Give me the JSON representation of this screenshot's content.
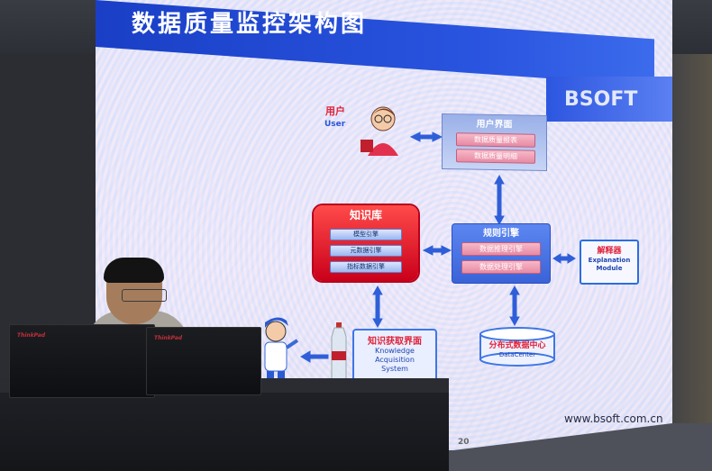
{
  "slide": {
    "title": "数据质量监控架构图",
    "brand_watermark": "BSOFT",
    "footer_url": "www.bsoft.com.cn",
    "page_number": "20"
  },
  "diagram": {
    "user": {
      "label": "用户",
      "label_en": "User"
    },
    "ui": {
      "title": "用户界面",
      "items": [
        "数据质量报表",
        "数据质量明细"
      ]
    },
    "knowledge_base": {
      "title": "知识库",
      "items": [
        "模型引擎",
        "元数据引擎",
        "指标数据引擎"
      ]
    },
    "engine": {
      "title": "规则引擎",
      "items": [
        "数据推理引擎",
        "数据处理引擎"
      ]
    },
    "explanation": {
      "label": "解释器",
      "label_en_1": "Explanation",
      "label_en_2": "Module"
    },
    "knowledge_acquisition": {
      "label": "知识获取界面",
      "label_en_1": "Knowledge",
      "label_en_2": "Acquisition",
      "label_en_3": "System"
    },
    "data_center": {
      "label": "分布式数据中心",
      "label_en": "DataCenter"
    }
  },
  "laptops": {
    "brand": "ThinkPad"
  },
  "colors": {
    "title_bar": "#2a55e0",
    "accent_red": "#e0223a",
    "accent_blue": "#1f44b0",
    "slide_bg": "#eef1fb"
  }
}
